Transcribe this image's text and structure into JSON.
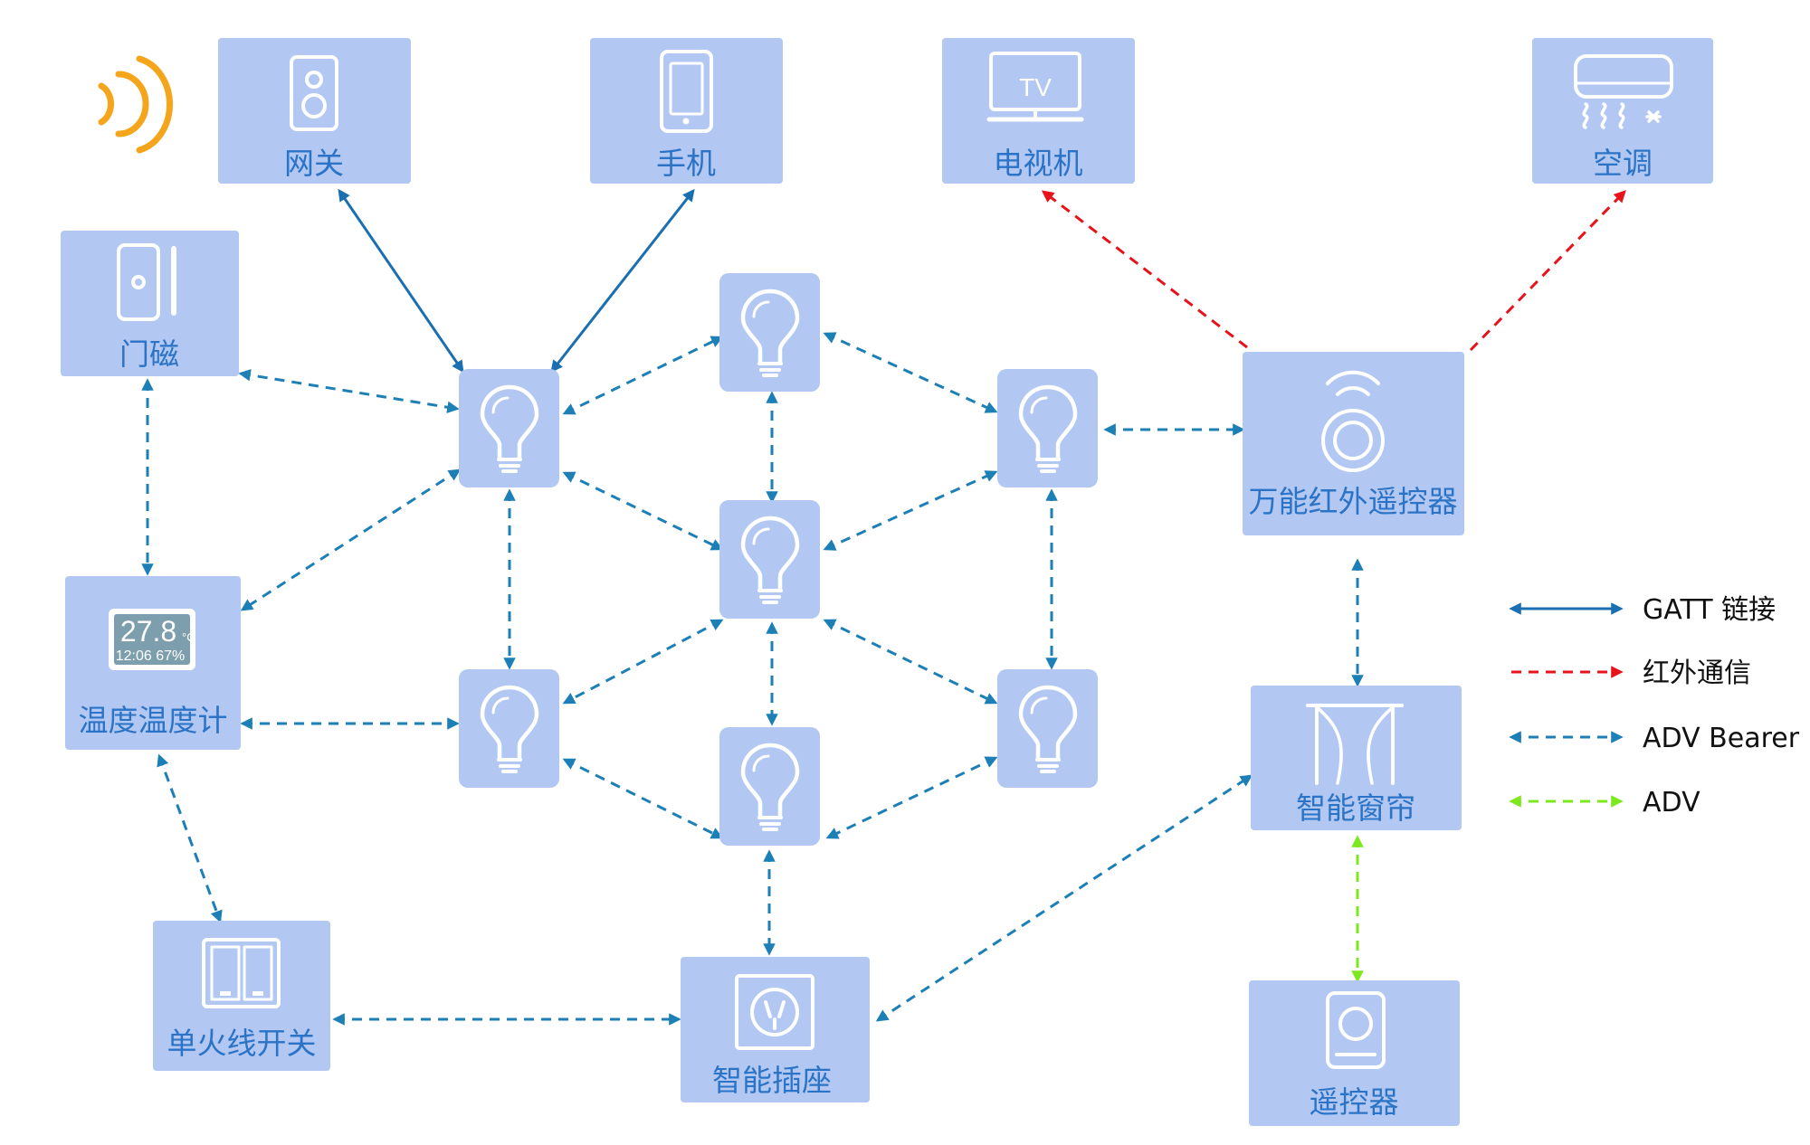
{
  "devices": {
    "gateway": "网关",
    "phone": "手机",
    "tv": "电视机",
    "ac": "空调",
    "door": "门磁",
    "ir": "万能红外遥控器",
    "thermo": "温度温度计",
    "curtain": "智能窗帘",
    "switch": "单火线开关",
    "socket": "智能插座",
    "remote": "遥控器"
  },
  "screen": {
    "tv_text": "TV",
    "temp": "27.8",
    "unit": "°C",
    "time_humid": "12:06 67%"
  },
  "legend": {
    "gatt": "GATT 链接",
    "ir": "红外通信",
    "adv_bearer": "ADV Bearer",
    "adv": "ADV"
  },
  "colors": {
    "node": "#b2c8f2",
    "gatt": "#1a6fb0",
    "ir": "#e8121b",
    "adv_bearer": "#1c7fb6",
    "adv": "#7de81e",
    "label": "#2b73c6",
    "signal": "#f5a51c"
  }
}
